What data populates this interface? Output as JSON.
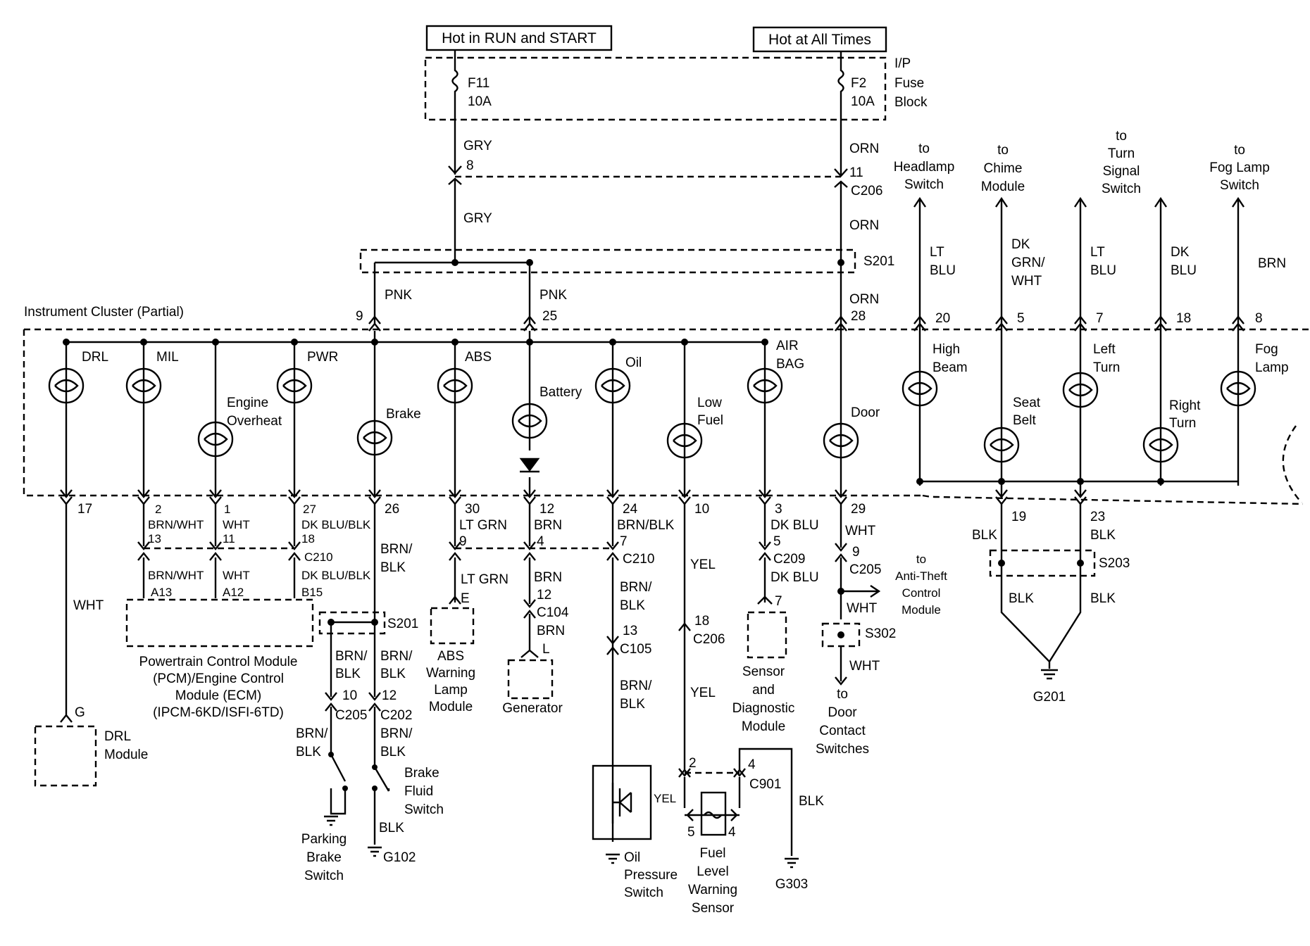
{
  "power": {
    "run_start": "Hot in RUN and START",
    "all_times": "Hot at All Times",
    "fuse_block": [
      "I/P",
      "Fuse",
      "Block"
    ],
    "fuse1": [
      "F11",
      "10A"
    ],
    "fuse2": [
      "F2",
      "10A"
    ]
  },
  "cluster_title": "Instrument Cluster (Partial)",
  "top_wires": {
    "gry": "GRY",
    "orn": "ORN",
    "pnk": "PNK",
    "pin8": "8",
    "pin11": "11",
    "c206": "C206",
    "s201": "S201",
    "pin9": "9",
    "pin25": "25",
    "pin28": "28"
  },
  "to_labels": [
    {
      "lines": [
        "to",
        "Headlamp",
        "Switch"
      ],
      "wire": [
        "LT",
        "BLU"
      ],
      "pin": "20"
    },
    {
      "lines": [
        "to",
        "Chime",
        "Module"
      ],
      "wire": [
        "DK",
        "GRN/",
        "WHT"
      ],
      "pin": "5"
    },
    {
      "lines": [
        "to",
        "Turn",
        "Signal",
        "Switch"
      ],
      "wire": [
        "LT",
        "BLU"
      ],
      "pin": "7"
    },
    {
      "lines": [
        "",
        "",
        "",
        ""
      ],
      "wire": [
        "DK",
        "BLU"
      ],
      "pin": "18"
    },
    {
      "lines": [
        "to",
        "Fog Lamp",
        "Switch"
      ],
      "wire": [
        "BRN"
      ],
      "pin": "8"
    }
  ],
  "lamps": {
    "drl": "DRL",
    "mil": "MIL",
    "engine": [
      "Engine",
      "Overheat"
    ],
    "pwr": "PWR",
    "brake": "Brake",
    "abs": "ABS",
    "battery": "Battery",
    "oil": "Oil",
    "low_fuel": [
      "Low",
      "Fuel"
    ],
    "air_bag": [
      "AIR",
      "BAG"
    ],
    "door": "Door",
    "high_beam": [
      "High",
      "Beam"
    ],
    "seat_belt": [
      "Seat",
      "Belt"
    ],
    "left_turn": [
      "Left",
      "Turn"
    ],
    "right_turn": [
      "Right",
      "Turn"
    ],
    "fog_lamp": [
      "Fog",
      "Lamp"
    ]
  },
  "lower": {
    "drl": {
      "pin": "17",
      "wire": "WHT",
      "g": "G",
      "module": [
        "DRL",
        "Module"
      ]
    },
    "pcm": {
      "pins": [
        "2",
        "1",
        "27"
      ],
      "wires": [
        "BRN/WHT",
        "WHT",
        "DK BLU/BLK"
      ],
      "c210": [
        "13",
        "11",
        "18",
        "C210"
      ],
      "wires2": [
        "BRN/WHT",
        "WHT",
        "DK BLU/BLK"
      ],
      "pins2": [
        "A13",
        "A12",
        "B15"
      ],
      "module": [
        "Powertrain Control Module",
        "(PCM)/Engine Control",
        "Module (ECM)",
        "(IPCM-6KD/ISFI-6TD)"
      ]
    },
    "brake": {
      "pin": "26",
      "wire": [
        "BRN/",
        "BLK"
      ],
      "s201": "S201",
      "left": {
        "wire": [
          "BRN/",
          "BLK"
        ],
        "pin": "10",
        "conn": "C205",
        "wire2": [
          "BRN/",
          "BLK"
        ],
        "switch": [
          "Parking",
          "Brake",
          "Switch"
        ]
      },
      "right": {
        "wire": [
          "BRN/",
          "BLK"
        ],
        "pin": "12",
        "conn": "C202",
        "wire2": [
          "BRN/",
          "BLK"
        ],
        "switch": [
          "Brake",
          "Fluid",
          "Switch"
        ],
        "gnd_wire": "BLK",
        "gnd": "G102"
      }
    },
    "abs": {
      "pin": "30",
      "wire": "LT GRN",
      "pin2": "9",
      "wire2": "LT GRN",
      "pin3": "E",
      "module": [
        "ABS",
        "Warning",
        "Lamp",
        "Module"
      ]
    },
    "battery": {
      "pin": "12",
      "wire": "BRN",
      "pin2": "4",
      "wire2": "BRN",
      "pin3": "12",
      "conn": "C104",
      "wire3": "BRN",
      "pin4": "L",
      "module": "Generator"
    },
    "oil": {
      "pin": "24",
      "wire": "BRN/BLK",
      "pin2": "7",
      "conn": "C210",
      "wire2": [
        "BRN/",
        "BLK"
      ],
      "pin3": "13",
      "conn2": "C105",
      "wire3": [
        "BRN/",
        "BLK"
      ],
      "switch": [
        "Oil",
        "Pressure",
        "Switch"
      ]
    },
    "fuel": {
      "pin": "10",
      "wire": "YEL",
      "pin2": "18",
      "conn": "C206",
      "wire2": "YEL",
      "pin3": "2",
      "pin4": "4",
      "conn2": "C901",
      "yel": "YEL",
      "pin5": "5",
      "pin6": "4",
      "blk": "BLK",
      "sensor": [
        "Fuel",
        "Level",
        "Warning",
        "Sensor"
      ],
      "gnd": "G303"
    },
    "airbag": {
      "pin": "3",
      "wire": "DK BLU",
      "pin2": "5",
      "conn": "C209",
      "wire2": "DK BLU",
      "pin3": "7",
      "module": [
        "Sensor",
        "and",
        "Diagnostic",
        "Module"
      ]
    },
    "door": {
      "pin": "29",
      "wire": "WHT",
      "pin2": "9",
      "conn": "C205",
      "anti": [
        "to",
        "Anti-Theft",
        "Control",
        "Module"
      ],
      "wire2": "WHT",
      "s302": "S302",
      "wire3": "WHT",
      "dest": [
        "to",
        "Door",
        "Contact",
        "Switches"
      ]
    },
    "ground": {
      "pin1": "19",
      "pin2": "23",
      "blk1": "BLK",
      "blk2": "BLK",
      "s203": "S203",
      "blk3": "BLK",
      "blk4": "BLK",
      "g": "G201"
    }
  }
}
